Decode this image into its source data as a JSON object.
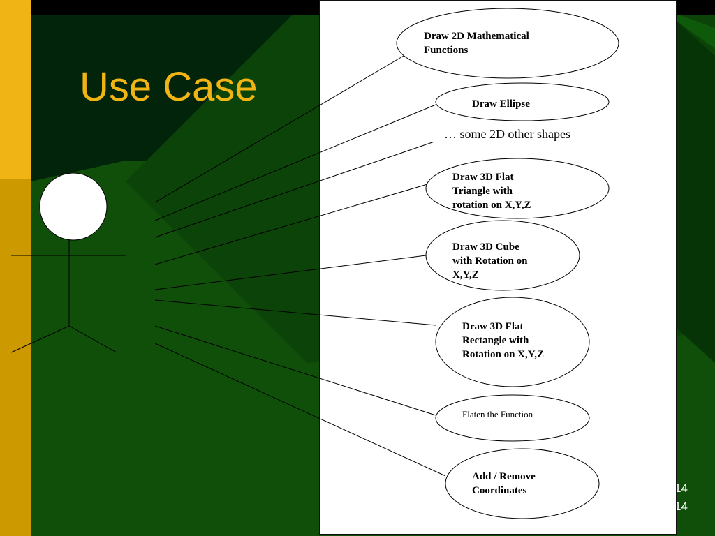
{
  "slide": {
    "title": "Use Case",
    "page_number_top": "14",
    "page_number_bottom": "14",
    "colors": {
      "background": "#0f4f0a",
      "dark_band": "#000000",
      "gold_light": "#f0b414",
      "gold_dark": "#cc9a00",
      "title": "#f0b414",
      "panel": "#ffffff"
    }
  },
  "diagram": {
    "note": "… some 2D other shapes",
    "use_cases": [
      {
        "label": "Draw 2D Mathematical\nFunctions"
      },
      {
        "label": "Draw Ellipse"
      },
      {
        "label": "Draw 3D Flat\nTriangle with\nrotation on X,Y,Z"
      },
      {
        "label": "Draw 3D Cube\nwith Rotation on\nX,Y,Z"
      },
      {
        "label": "Draw 3D Flat\nRectangle with\nRotation on X,Y,Z"
      },
      {
        "label": "Flaten the Function"
      },
      {
        "label": "Add / Remove\nCoordinates"
      }
    ]
  }
}
